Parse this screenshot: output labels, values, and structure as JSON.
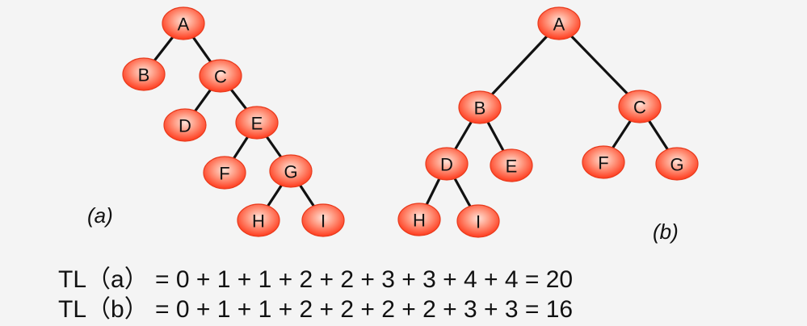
{
  "tree_a": {
    "caption": "(a)",
    "nodes": [
      {
        "id": "A",
        "label": "A"
      },
      {
        "id": "B",
        "label": "B"
      },
      {
        "id": "C",
        "label": "C"
      },
      {
        "id": "D",
        "label": "D"
      },
      {
        "id": "E",
        "label": "E"
      },
      {
        "id": "F",
        "label": "F"
      },
      {
        "id": "G",
        "label": "G"
      },
      {
        "id": "H",
        "label": "H"
      },
      {
        "id": "I",
        "label": "I"
      }
    ],
    "edges": [
      [
        "A",
        "B"
      ],
      [
        "A",
        "C"
      ],
      [
        "C",
        "D"
      ],
      [
        "C",
        "E"
      ],
      [
        "E",
        "F"
      ],
      [
        "E",
        "G"
      ],
      [
        "G",
        "H"
      ],
      [
        "G",
        "I"
      ]
    ]
  },
  "tree_b": {
    "caption": "(b)",
    "nodes": [
      {
        "id": "A",
        "label": "A"
      },
      {
        "id": "B",
        "label": "B"
      },
      {
        "id": "C",
        "label": "C"
      },
      {
        "id": "D",
        "label": "D"
      },
      {
        "id": "E",
        "label": "E"
      },
      {
        "id": "F",
        "label": "F"
      },
      {
        "id": "G",
        "label": "G"
      },
      {
        "id": "H",
        "label": "H"
      },
      {
        "id": "I",
        "label": "I"
      }
    ],
    "edges": [
      [
        "A",
        "B"
      ],
      [
        "A",
        "C"
      ],
      [
        "B",
        "D"
      ],
      [
        "B",
        "E"
      ],
      [
        "C",
        "F"
      ],
      [
        "C",
        "G"
      ],
      [
        "D",
        "H"
      ],
      [
        "D",
        "I"
      ]
    ]
  },
  "formulas": {
    "a_prefix": "TL（a）",
    "a_rhs": "= 0 + 1 + 1 + 2 + 2 + 3 + 3 + 4 + 4 = 20",
    "b_prefix": "TL（b）",
    "b_rhs": "= 0 + 1 + 1 + 2 + 2 + 2 + 2 + 3 + 3 = 16"
  },
  "colors": {
    "node_fill_center": "#ffd2c4",
    "node_fill_edge": "#ff4a2a",
    "node_stroke": "#e83a1c",
    "edge": "#111111",
    "background": "#f4f4f4"
  }
}
